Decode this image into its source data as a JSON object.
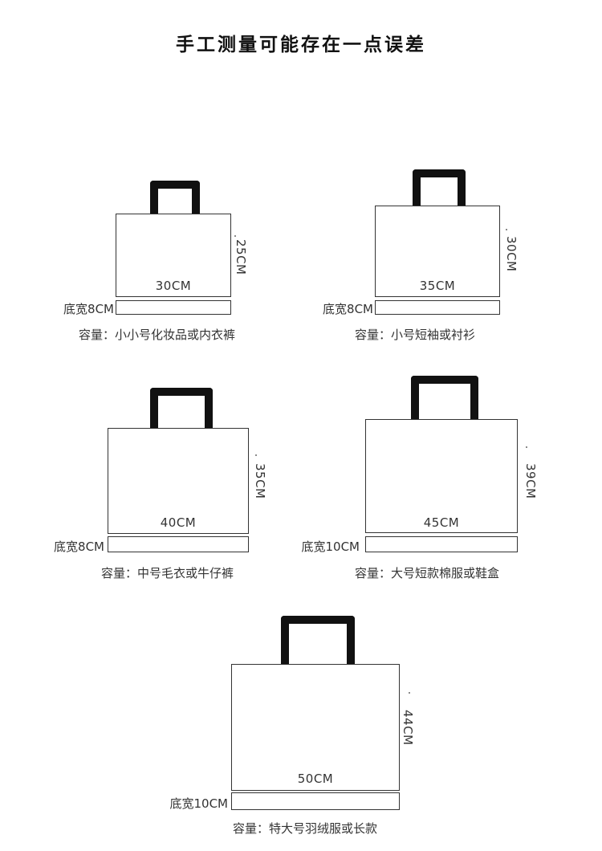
{
  "title": "手工测量可能存在一点误差",
  "bags": [
    {
      "width": "30CM",
      "height": "25CM",
      "base": "底宽8CM",
      "capacity": "容量：小小号化妆品或内衣裤"
    },
    {
      "width": "35CM",
      "height": "30CM",
      "base": "底宽8CM",
      "capacity": "容量：小号短袖或衬衫"
    },
    {
      "width": "40CM",
      "height": "35CM",
      "base": "底宽8CM",
      "capacity": "容量：中号毛衣或牛仔裤"
    },
    {
      "width": "45CM",
      "height": "39CM",
      "base": "底宽10CM",
      "capacity": "容量：大号短款棉服或鞋盒"
    },
    {
      "width": "50CM",
      "height": "44CM",
      "base": "底宽10CM",
      "capacity": "容量：特大号羽绒服或长款"
    }
  ]
}
